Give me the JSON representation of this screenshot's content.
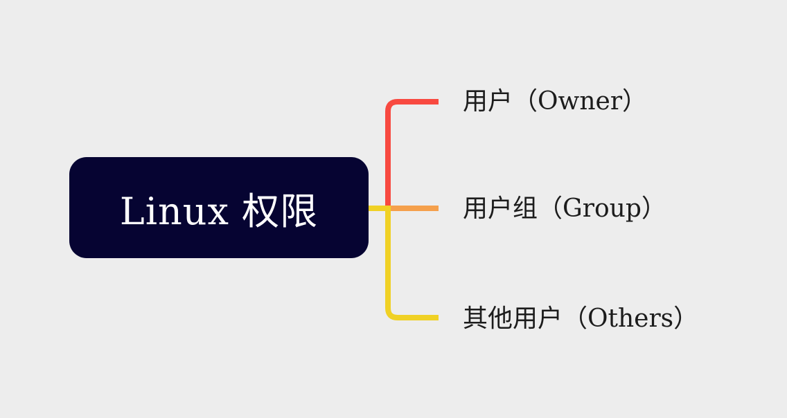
{
  "colors": {
    "background": "#ededed",
    "node_bg": "#060432",
    "node_text": "#ffffff",
    "label_text": "#1c1c1c",
    "branch_owner": "#f84940",
    "branch_group": "#f5a04c",
    "branch_others": "#f0d125"
  },
  "root": {
    "label": "Linux 权限"
  },
  "branches": [
    {
      "label": "用户（Owner）",
      "color": "#f84940"
    },
    {
      "label": "用户组（Group）",
      "color": "#f5a04c"
    },
    {
      "label": "其他用户（Others）",
      "color": "#f0d125"
    }
  ]
}
